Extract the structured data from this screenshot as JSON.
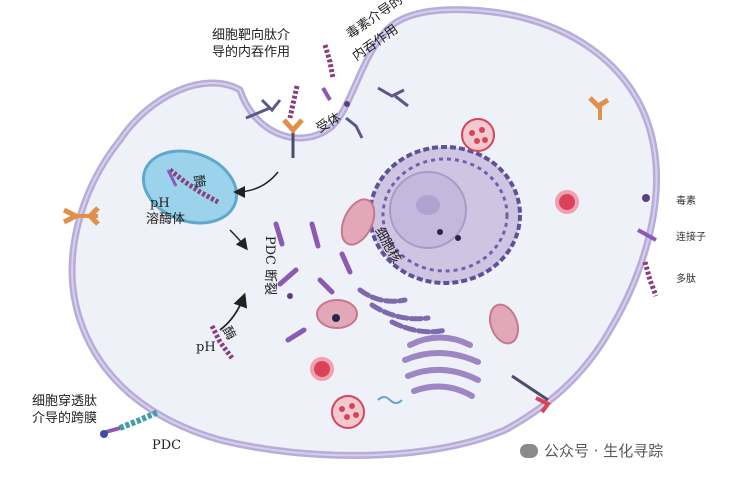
{
  "labels": {
    "receptor_mediated": [
      "细胞靶向肽介",
      "导的内吞作用"
    ],
    "toxin_mediated": [
      "毒素介导的",
      "内吞作用"
    ],
    "receptor": "受体",
    "enzyme_lysosome": "酶",
    "ph_lysosome": "pH",
    "lysosome": "溶酶体",
    "pdc_cleavage": "PDC 断裂",
    "nucleus": "细胞核",
    "ph_cytosol": "pH",
    "enzyme_cytosol": "酶",
    "cpp_mediated": [
      "细胞穿透肽",
      "介导的跨膜"
    ],
    "pdc": "PDC"
  },
  "legend": {
    "toxin": "毒素",
    "linker": "连接子",
    "peptide": "多肽"
  },
  "watermark": "公众号 · 生化寻踪",
  "colors": {
    "membrane": "#b8acd8",
    "cytoplasm": "#eef1f8",
    "nucleus": "#d6cde6",
    "chromatin": "#5e5296",
    "lysosome": "#9bd3ec",
    "peptide": "#8a3f7c",
    "linker": "#8a5ab5",
    "receptor_orange": "#e0904a",
    "cpp_teal": "#3fa0a8",
    "mito": "#e3a8b8",
    "vesicle_red": "#d9435a"
  }
}
